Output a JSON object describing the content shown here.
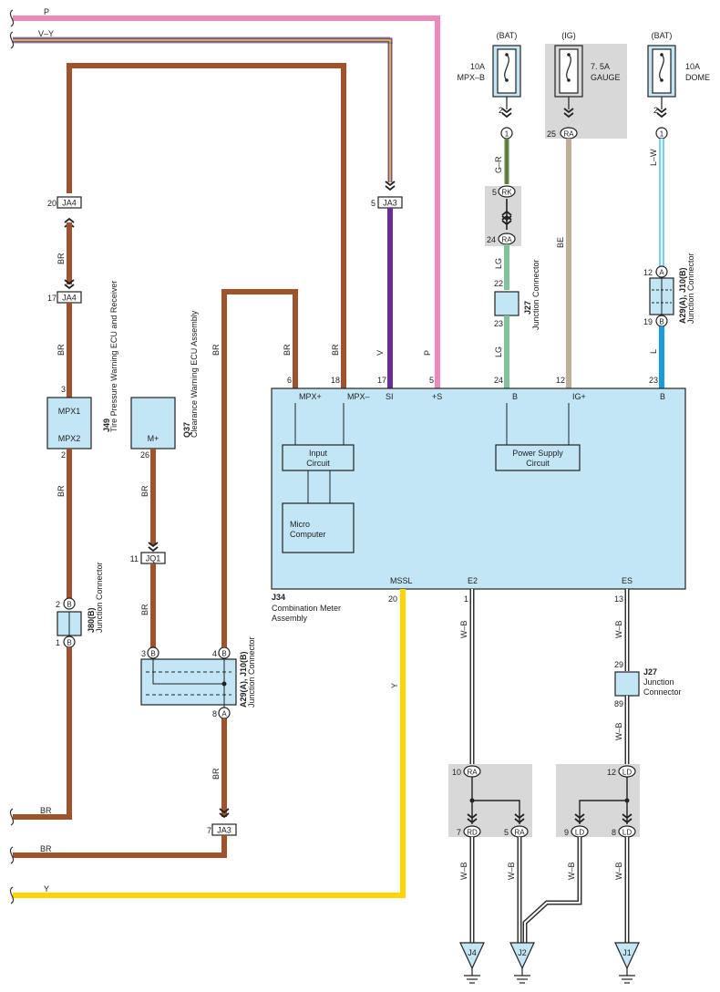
{
  "wire_colors": {
    "BR": "#a0522d",
    "P": "#ee88bb",
    "VY_violet": "#7b4fa6",
    "VY_yellow": "#f5d800",
    "V": "#6a2c99",
    "GR_green": "#2aa84a",
    "GR_red": "#d93030",
    "LG": "#7fc39a",
    "BE": "#bfae98",
    "LW": "#7fd0f0",
    "L": "#1a9be0",
    "Y": "#ffd700",
    "WB": "#333333",
    "box_fill": "#c3e6f7",
    "shade_fill": "#d8d8d8"
  },
  "fuses": {
    "mpxb": {
      "source": "(BAT)",
      "rating": "10A",
      "name": "MPX–B",
      "pin": "2",
      "ref": "1"
    },
    "gauge": {
      "source": "(IG)",
      "rating": "7. 5A",
      "name": "GAUGE",
      "pin": "25",
      "ref": "RA"
    },
    "dome": {
      "source": "(BAT)",
      "rating": "10A",
      "name": "DOME",
      "pin": "2",
      "ref": "1"
    }
  },
  "wires": {
    "p": "P",
    "vy": "V–Y",
    "br": "BR",
    "v": "V",
    "gr": "G–R",
    "lg": "LG",
    "be": "BE",
    "lw": "L–W",
    "l": "L",
    "y": "Y",
    "wb": "W–B"
  },
  "connectors": {
    "ja4": "JA4",
    "ja3": "JA3",
    "jq1": "JQ1",
    "rk": "RK",
    "ra": "RA",
    "rd": "RD",
    "ld": "LD",
    "a": "A",
    "b": "B"
  },
  "pins": {
    "p20": "20",
    "p17": "17",
    "p5": "5",
    "p3": "3",
    "p2": "2",
    "p1": "1",
    "p26": "26",
    "p11": "11",
    "p4": "4",
    "p8": "8",
    "p7": "7",
    "p6": "6",
    "p18": "18",
    "p24": "24",
    "p22": "22",
    "p23": "23",
    "p12": "12",
    "p19": "19",
    "p13": "13",
    "p29": "29",
    "p89": "89",
    "p10": "10",
    "p9": "9"
  },
  "components": {
    "j49": {
      "id": "J49",
      "name": "Tire Pressure Warning ECU and Receiver",
      "t1": "MPX1",
      "t2": "MPX2"
    },
    "q37": {
      "id": "Q37",
      "name": "Clearance Warning ECU Assembly",
      "t1": "M+"
    },
    "j34": {
      "id": "J34",
      "name1": "Combination Meter",
      "name2": "Assembly",
      "terminals": {
        "mpxp": "MPX+",
        "mpxm": "MPX–",
        "si": "SI",
        "ps": "+S",
        "b": "B",
        "ig": "IG+",
        "mssl": "MSSL",
        "e2": "E2",
        "es": "ES"
      },
      "input_circuit": [
        "Input",
        "Circuit"
      ],
      "micro": [
        "Micro",
        "Computer"
      ],
      "power": [
        "Power Supply",
        "Circuit"
      ]
    },
    "j80": {
      "id": "J80(B)",
      "name": "Junction Connector"
    },
    "j27a": {
      "id": "J27",
      "name": "Junction Connector"
    },
    "j27b": {
      "id": "J27",
      "name1": "Junction",
      "name2": "Connector"
    },
    "a29a": {
      "id": "A29(A), J10(B)",
      "name": "Junction Connector"
    },
    "a29b": {
      "id": "A29(A), J10(B)",
      "name": "Junction Connector"
    }
  },
  "grounds": [
    "J4",
    "J2",
    "J1"
  ]
}
